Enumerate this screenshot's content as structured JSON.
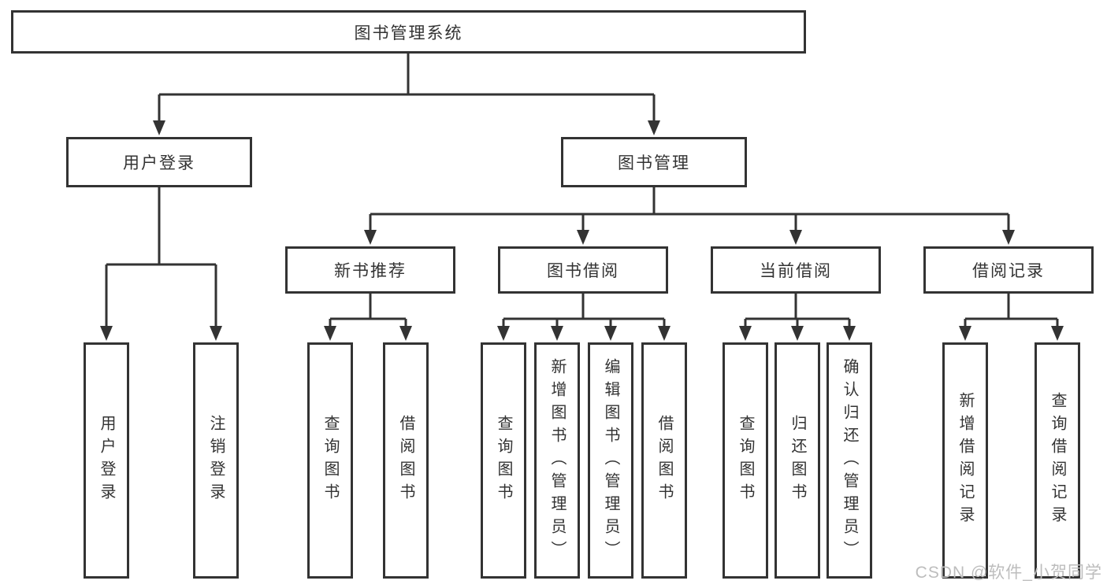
{
  "nodes": {
    "root": {
      "label": "图书管理系统"
    },
    "user_login": {
      "label": "用户登录"
    },
    "book_mgmt": {
      "label": "图书管理"
    },
    "new_book_rec": {
      "label": "新书推荐"
    },
    "book_borrow": {
      "label": "图书借阅"
    },
    "current_borrow": {
      "label": "当前借阅"
    },
    "borrow_record": {
      "label": "借阅记录"
    },
    "leaf_user_login": {
      "label": "用户登录"
    },
    "leaf_logout": {
      "label": "注销登录"
    },
    "leaf_nbr_query": {
      "label": "查询图书"
    },
    "leaf_nbr_borrow": {
      "label": "借阅图书"
    },
    "leaf_bb_query": {
      "label": "查询图书"
    },
    "leaf_bb_add": {
      "label": "新增图书（管理员）"
    },
    "leaf_bb_edit": {
      "label": "编辑图书（管理员）"
    },
    "leaf_bb_borrow": {
      "label": "借阅图书"
    },
    "leaf_cb_query": {
      "label": "查询图书"
    },
    "leaf_cb_return": {
      "label": "归还图书"
    },
    "leaf_cb_confirm": {
      "label": "确认归还（管理员）"
    },
    "leaf_br_add": {
      "label": "新增借阅记录"
    },
    "leaf_br_query": {
      "label": "查询借阅记录"
    }
  },
  "hierarchy": {
    "图书管理系统": {
      "用户登录": [
        "用户登录",
        "注销登录"
      ],
      "图书管理": {
        "新书推荐": [
          "查询图书",
          "借阅图书"
        ],
        "图书借阅": [
          "查询图书",
          "新增图书（管理员）",
          "编辑图书（管理员）",
          "借阅图书"
        ],
        "当前借阅": [
          "查询图书",
          "归还图书",
          "确认归还（管理员）"
        ],
        "借阅记录": [
          "新增借阅记录",
          "查询借阅记录"
        ]
      }
    }
  },
  "watermark": {
    "text": "CSDN @软件_小贺同学"
  },
  "colors": {
    "line": "#333333",
    "text": "#333333",
    "watermark_text": "#bdbdbd",
    "background": "#ffffff"
  }
}
